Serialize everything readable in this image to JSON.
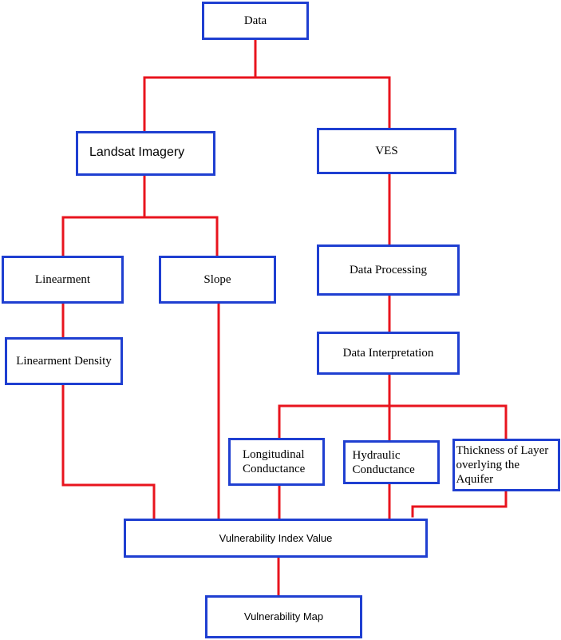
{
  "colors": {
    "box_border": "#1f3fd1",
    "connector": "#e8141e"
  },
  "nodes": {
    "data": "Data",
    "landsat_imagery": "Landsat Imagery",
    "ves": "VES",
    "linearment": "Linearment",
    "slope": "Slope",
    "data_processing": "Data Processing",
    "linearment_density": "Linearment Density",
    "data_interpretation": "Data Interpretation",
    "longitudinal_conductance": "Longitudinal Conductance",
    "hydraulic_conductance": "Hydraulic Conductance",
    "thickness_of_layer": "Thickness of Layer overlying the Aquifer",
    "vulnerability_index_value": "Vulnerability Index Value",
    "vulnerability_map": "Vulnerability Map"
  }
}
